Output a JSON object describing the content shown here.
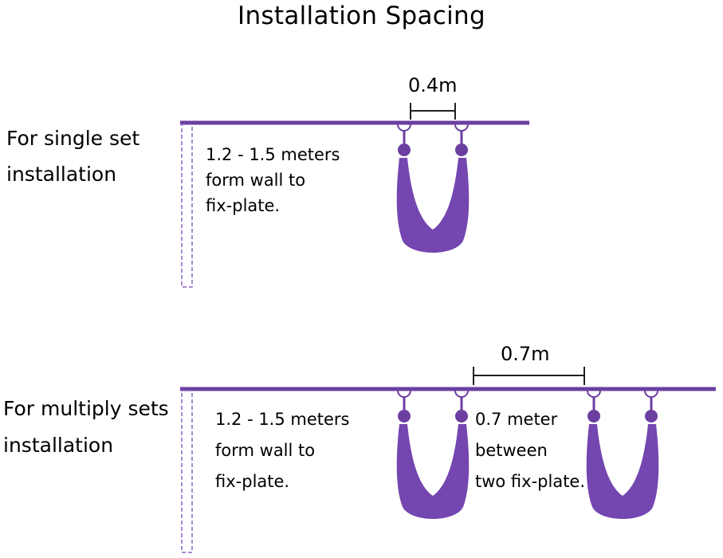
{
  "title": "Installation Spacing",
  "single": {
    "label_line1": "For single set",
    "label_line2": "installation",
    "note_line1": "1.2 - 1.5 meters",
    "note_line2": "form wall to",
    "note_line3": "fix-plate.",
    "spacing": "0.4m"
  },
  "multiple": {
    "label_line1": "For multiply sets",
    "label_line2": "installation",
    "note_line1": "1.2 - 1.5 meters",
    "note_line2": "form wall to",
    "note_line3": "fix-plate.",
    "between_line1": "0.7 meter",
    "between_line2": "between",
    "between_line3": "two fix-plate.",
    "spacing": "0.7m"
  },
  "colors": {
    "accent": "#6b3fa0",
    "hammock": "#7446b0",
    "dim_line": "#222222"
  }
}
